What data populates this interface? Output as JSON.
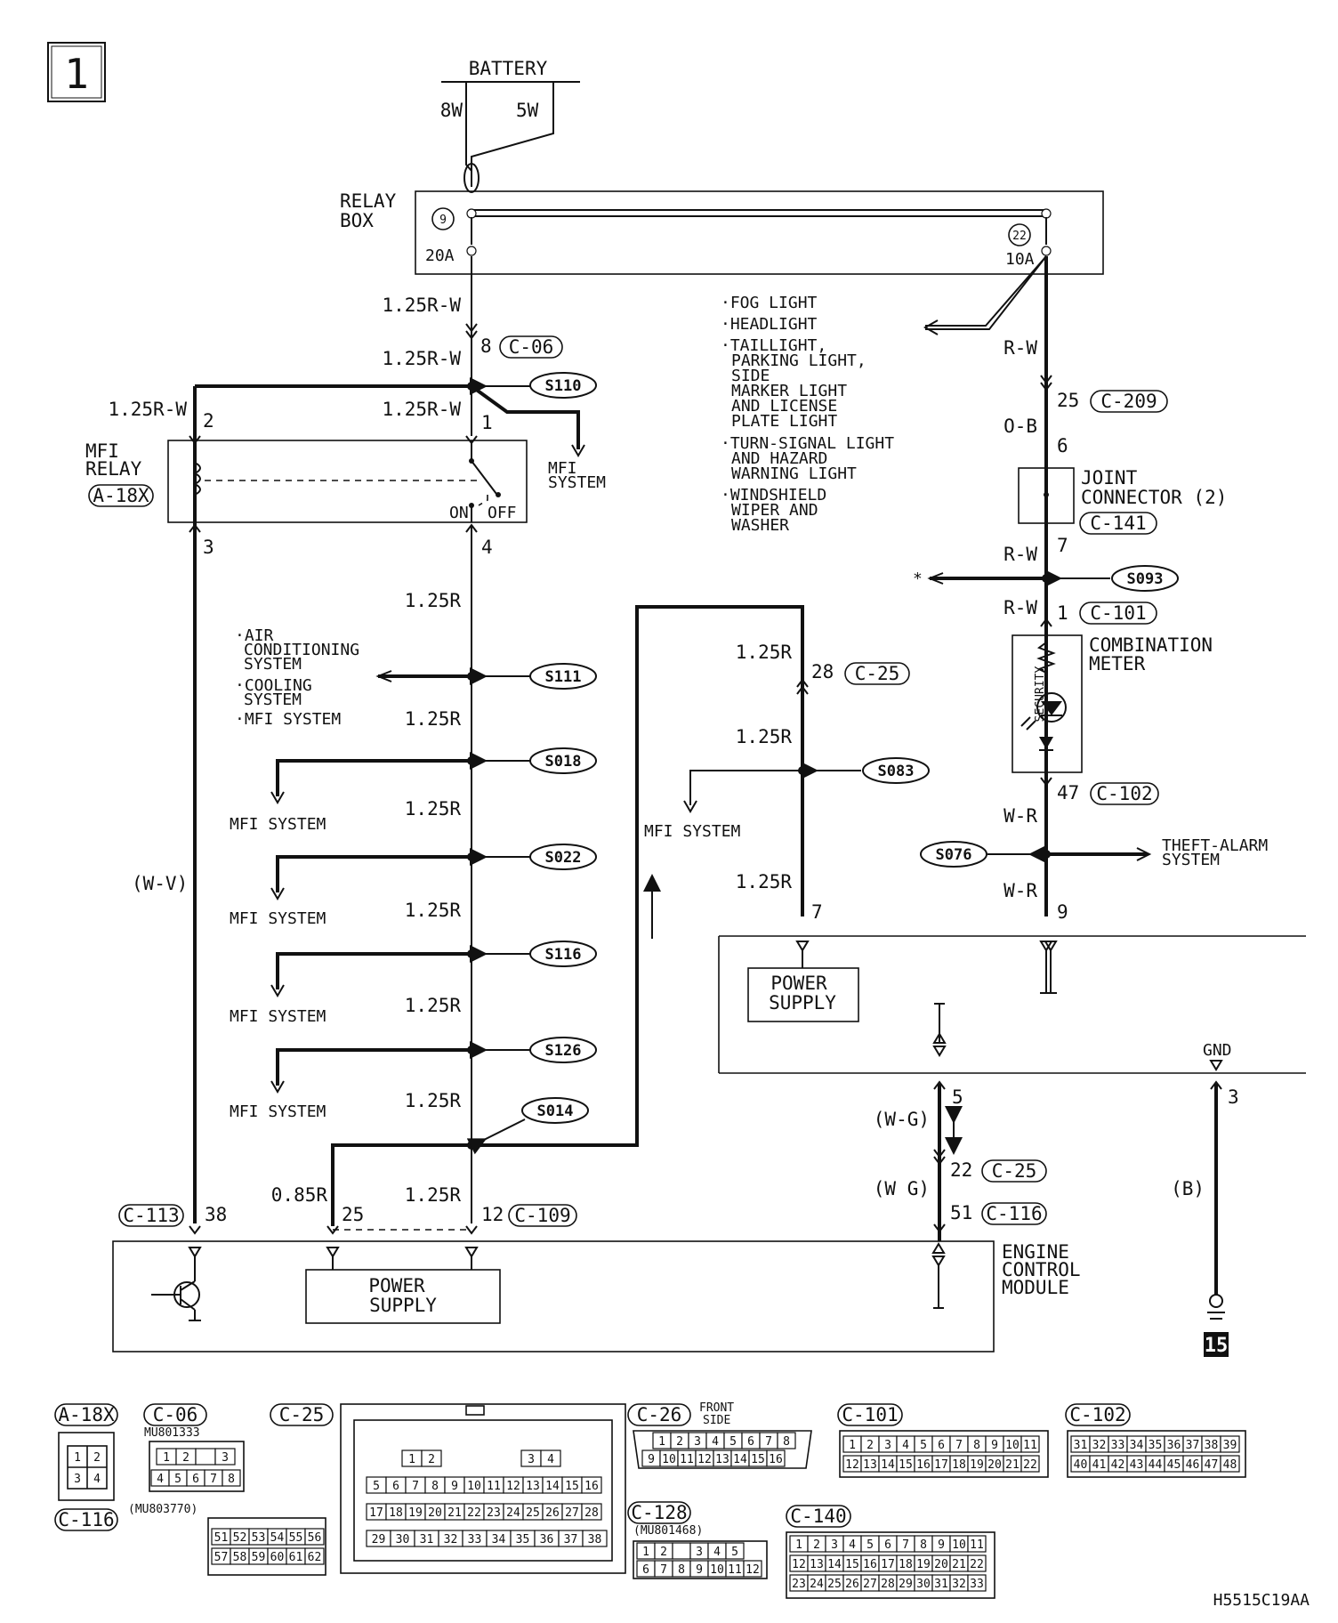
{
  "page_number": "1",
  "figure_code": "H5515C19AA",
  "battery": {
    "label": "BATTERY",
    "wire_left": "8W",
    "wire_right": "5W"
  },
  "relay_box": {
    "label_line1": "RELAY",
    "label_line2": "BOX",
    "fuse_left": {
      "num": "9",
      "amp": "20A"
    },
    "fuse_right": {
      "num": "22",
      "amp": "10A"
    }
  },
  "left_column": {
    "wire_1": "1.25R-W",
    "wire_2": "1.25R-W",
    "wire_branch": "1.25R-W",
    "wire_3": "1.25R-W",
    "conn_c06_pin": "8",
    "conn_c06": "C-06",
    "s110": "S110",
    "mfi_system_branch_line1": "MFI",
    "mfi_system_branch_line2": "SYSTEM",
    "relay_pin2": "2",
    "relay_pin1": "1",
    "relay_pin3": "3",
    "relay_pin4": "4",
    "mfi_relay_line1": "MFI",
    "mfi_relay_line2": "RELAY",
    "mfi_relay_conn": "A-18X",
    "relay_on": "ON",
    "relay_off": "OFF",
    "wire_w_v": "(W-V)",
    "wire_125r": "1.25R",
    "s111": "S111",
    "s111_targets": [
      "·AIR",
      "CONDITIONING",
      "SYSTEM",
      "·COOLING",
      "SYSTEM",
      "·MFI SYSTEM"
    ],
    "s018": "S018",
    "s022": "S022",
    "s116": "S116",
    "s126": "S126",
    "s014": "S014",
    "mfi_system": "MFI SYSTEM",
    "wire_085r": "0.85R",
    "pin_25": "25",
    "pin_12": "12",
    "conn_c109": "C-109",
    "conn_c113": "C-113",
    "pin_38": "38"
  },
  "ecm": {
    "label_line1": "ENGINE",
    "label_line2": "CONTROL",
    "label_line3": "MODULE",
    "power_supply_line1": "POWER",
    "power_supply_line2": "SUPPLY"
  },
  "middle_column": {
    "wire_125r": "1.25R",
    "pin_28": "28",
    "conn_c25": "C-25",
    "s083": "S083",
    "mfi_system": "MFI SYSTEM",
    "pin_7": "7"
  },
  "meter_block": {
    "power_supply_line1": "POWER",
    "power_supply_line2": "SUPPLY",
    "gnd": "GND",
    "pin_5": "5",
    "wire_w_g1": "(W-G)",
    "pin_22": "22",
    "conn_c25": "C-25",
    "wire_w_g2": "(W G)",
    "pin_51": "51",
    "conn_c116": "C-116",
    "pin_3": "3",
    "wire_b": "(B)",
    "ground_point": "15"
  },
  "right_column": {
    "fuse_targets": [
      "·FOG LIGHT",
      "·HEADLIGHT",
      "·TAILLIGHT,",
      "PARKING LIGHT,",
      "SIDE",
      "MARKER LIGHT",
      "AND LICENSE",
      "PLATE LIGHT",
      "·TURN-SIGNAL LIGHT",
      "AND HAZARD",
      "WARNING LIGHT",
      "·WINDSHIELD",
      "WIPER AND",
      "WASHER"
    ],
    "wire_r_w": "R-W",
    "pin_25": "25",
    "conn_c209": "C-209",
    "wire_o_b": "O-B",
    "pin_6": "6",
    "joint_line1": "JOINT",
    "joint_line2": "CONNECTOR (2)",
    "joint_conn": "C-141",
    "pin_7": "7",
    "star": "*",
    "s093": "S093",
    "pin_1": "1",
    "conn_c101": "C-101",
    "combo_line1": "COMBINATION",
    "combo_line2": "METER",
    "security": "SECURITY",
    "pin_47": "47",
    "conn_c102": "C-102",
    "wire_w_r": "W-R",
    "s076": "S076",
    "theft_line1": "THEFT-ALARM",
    "theft_line2": "SYSTEM",
    "pin_9": "9"
  },
  "connector_views": {
    "a18x": "A-18X",
    "a18x_pins": [
      "1",
      "2",
      "3",
      "4"
    ],
    "c116": "C-116",
    "c06": "C-06",
    "c06_part": "MU801333",
    "c06_pins": [
      "1",
      "2",
      "",
      "3",
      "4",
      "5",
      "6",
      "7",
      "8"
    ],
    "c116_part": "(MU803770)",
    "c116_pins_row1": [
      "51",
      "52",
      "53",
      "54",
      "55",
      "56"
    ],
    "c116_pins_row2": [
      "57",
      "58",
      "59",
      "60",
      "61",
      "62"
    ],
    "c25": "C-25",
    "c25_pins_a": [
      "1",
      "2",
      "3",
      "4"
    ],
    "c25_pins_b": [
      "5",
      "6",
      "7",
      "8",
      "9",
      "10",
      "11",
      "12",
      "13",
      "14",
      "15",
      "16"
    ],
    "c25_pins_c": [
      "17",
      "18",
      "19",
      "20",
      "21",
      "22",
      "23",
      "24",
      "25",
      "26",
      "27",
      "28"
    ],
    "c25_pins_d": [
      "29",
      "30",
      "31",
      "32",
      "33",
      "34",
      "35",
      "36",
      "37",
      "38"
    ],
    "c26": "C-26",
    "c26_note_line1": "FRONT",
    "c26_note_line2": "SIDE",
    "c26_row1": [
      "1",
      "2",
      "3",
      "4",
      "5",
      "6",
      "7",
      "8"
    ],
    "c26_row2": [
      "9",
      "10",
      "11",
      "12",
      "13",
      "14",
      "15",
      "16"
    ],
    "c128": "C-128",
    "c128_part": "(MU801468)",
    "c128_row1": [
      "1",
      "2",
      "",
      "3",
      "4",
      "5"
    ],
    "c128_row2": [
      "6",
      "7",
      "8",
      "9",
      "10",
      "11",
      "12"
    ],
    "c101": "C-101",
    "c101_row1": [
      "1",
      "2",
      "3",
      "4",
      "5",
      "6",
      "7",
      "8",
      "9",
      "10",
      "11"
    ],
    "c101_row2": [
      "12",
      "13",
      "14",
      "15",
      "16",
      "17",
      "18",
      "19",
      "20",
      "21",
      "22"
    ],
    "c102": "C-102",
    "c102_row1": [
      "31",
      "32",
      "33",
      "34",
      "35",
      "36",
      "37",
      "38",
      "39"
    ],
    "c102_row2": [
      "40",
      "41",
      "42",
      "43",
      "44",
      "45",
      "46",
      "47",
      "48"
    ],
    "c140": "C-140",
    "c140_row1": [
      "1",
      "2",
      "3",
      "4",
      "5",
      "6",
      "7",
      "8",
      "9",
      "10",
      "11"
    ],
    "c140_row2": [
      "12",
      "13",
      "14",
      "15",
      "16",
      "17",
      "18",
      "19",
      "20",
      "21",
      "22"
    ],
    "c140_row3": [
      "23",
      "24",
      "25",
      "26",
      "27",
      "28",
      "29",
      "30",
      "31",
      "32",
      "33"
    ]
  }
}
